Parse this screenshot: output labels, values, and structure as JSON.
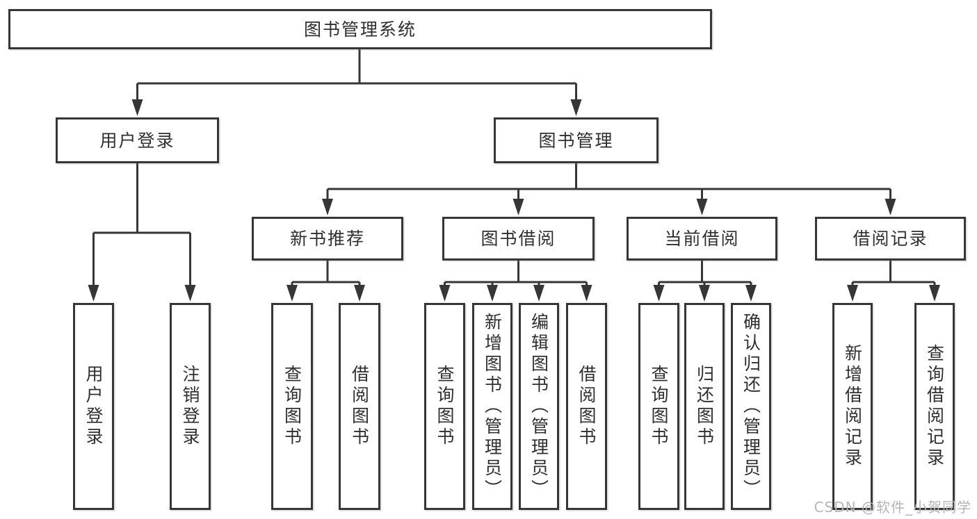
{
  "colors": {
    "line": "#363636",
    "text": "#2f2f2f",
    "box-border": "#363636",
    "watermark": "#b5b5b5",
    "background": "#ffffff"
  },
  "watermark": {
    "text": "CSDN @软件_小贺同学"
  },
  "tree": {
    "root": {
      "label": "图书管理系统",
      "children": [
        {
          "label": "用户登录",
          "children": [
            {
              "label": "用户登录"
            },
            {
              "label": "注销登录"
            }
          ]
        },
        {
          "label": "图书管理",
          "children": [
            {
              "label": "新书推荐",
              "children": [
                {
                  "label": "查询图书"
                },
                {
                  "label": "借阅图书"
                }
              ]
            },
            {
              "label": "图书借阅",
              "children": [
                {
                  "label": "查询图书"
                },
                {
                  "label": "新增图书（管理员）"
                },
                {
                  "label": "编辑图书（管理员）"
                },
                {
                  "label": "借阅图书"
                }
              ]
            },
            {
              "label": "当前借阅",
              "children": [
                {
                  "label": "查询图书"
                },
                {
                  "label": "归还图书"
                },
                {
                  "label": "确认归还（管理员）"
                }
              ]
            },
            {
              "label": "借阅记录",
              "children": [
                {
                  "label": "新增借阅记录"
                },
                {
                  "label": "查询借阅记录"
                }
              ]
            }
          ]
        }
      ]
    }
  }
}
